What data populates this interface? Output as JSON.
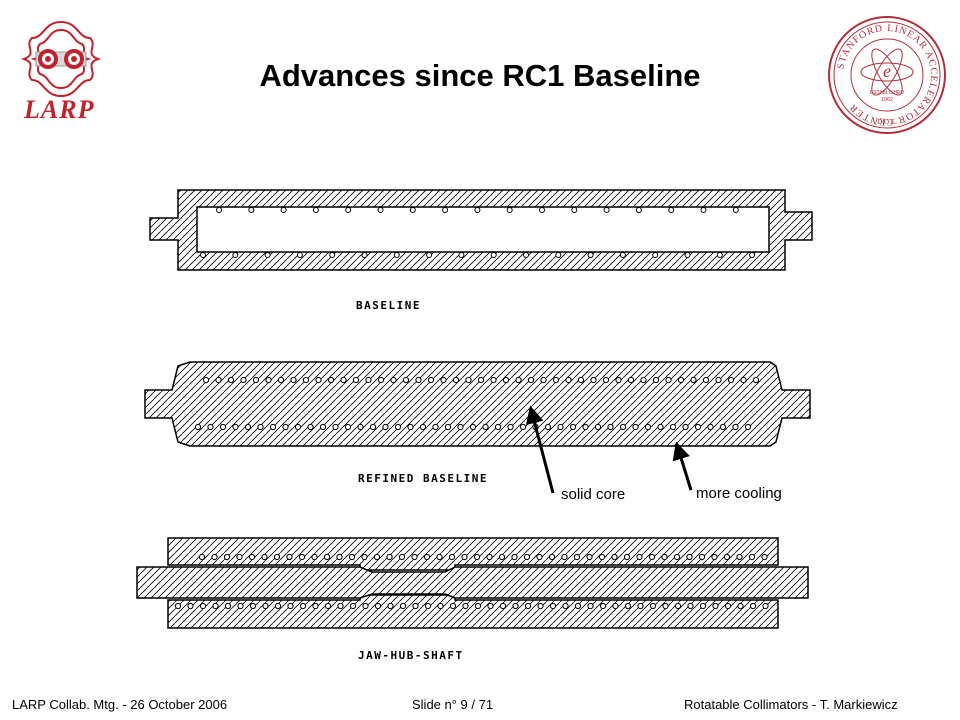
{
  "slide": {
    "title": "Advances since RC1 Baseline",
    "logo_left_text": "LARP",
    "seal": {
      "ring_text": "STANFORD LINEAR ACCELERATOR CENTER",
      "established_label": "ESTABLISHED",
      "established_year": "1962",
      "bottom_text": "D.O.E."
    }
  },
  "diagrams": {
    "baseline_caption": "BASELINE",
    "refined_caption": "REFINED BASELINE",
    "jaw_caption": "JAW-HUB-SHAFT"
  },
  "callouts": {
    "solid_core": "solid core",
    "more_cooling": "more cooling"
  },
  "footer": {
    "left": "LARP Collab. Mtg.  - 26 October 2006",
    "center": "Slide n° 9 / 71",
    "right": "Rotatable Collimators - T. Markiewicz"
  },
  "colors": {
    "larp_red": "#c0232c",
    "seal_red": "#b0303a",
    "ink": "#000000"
  }
}
